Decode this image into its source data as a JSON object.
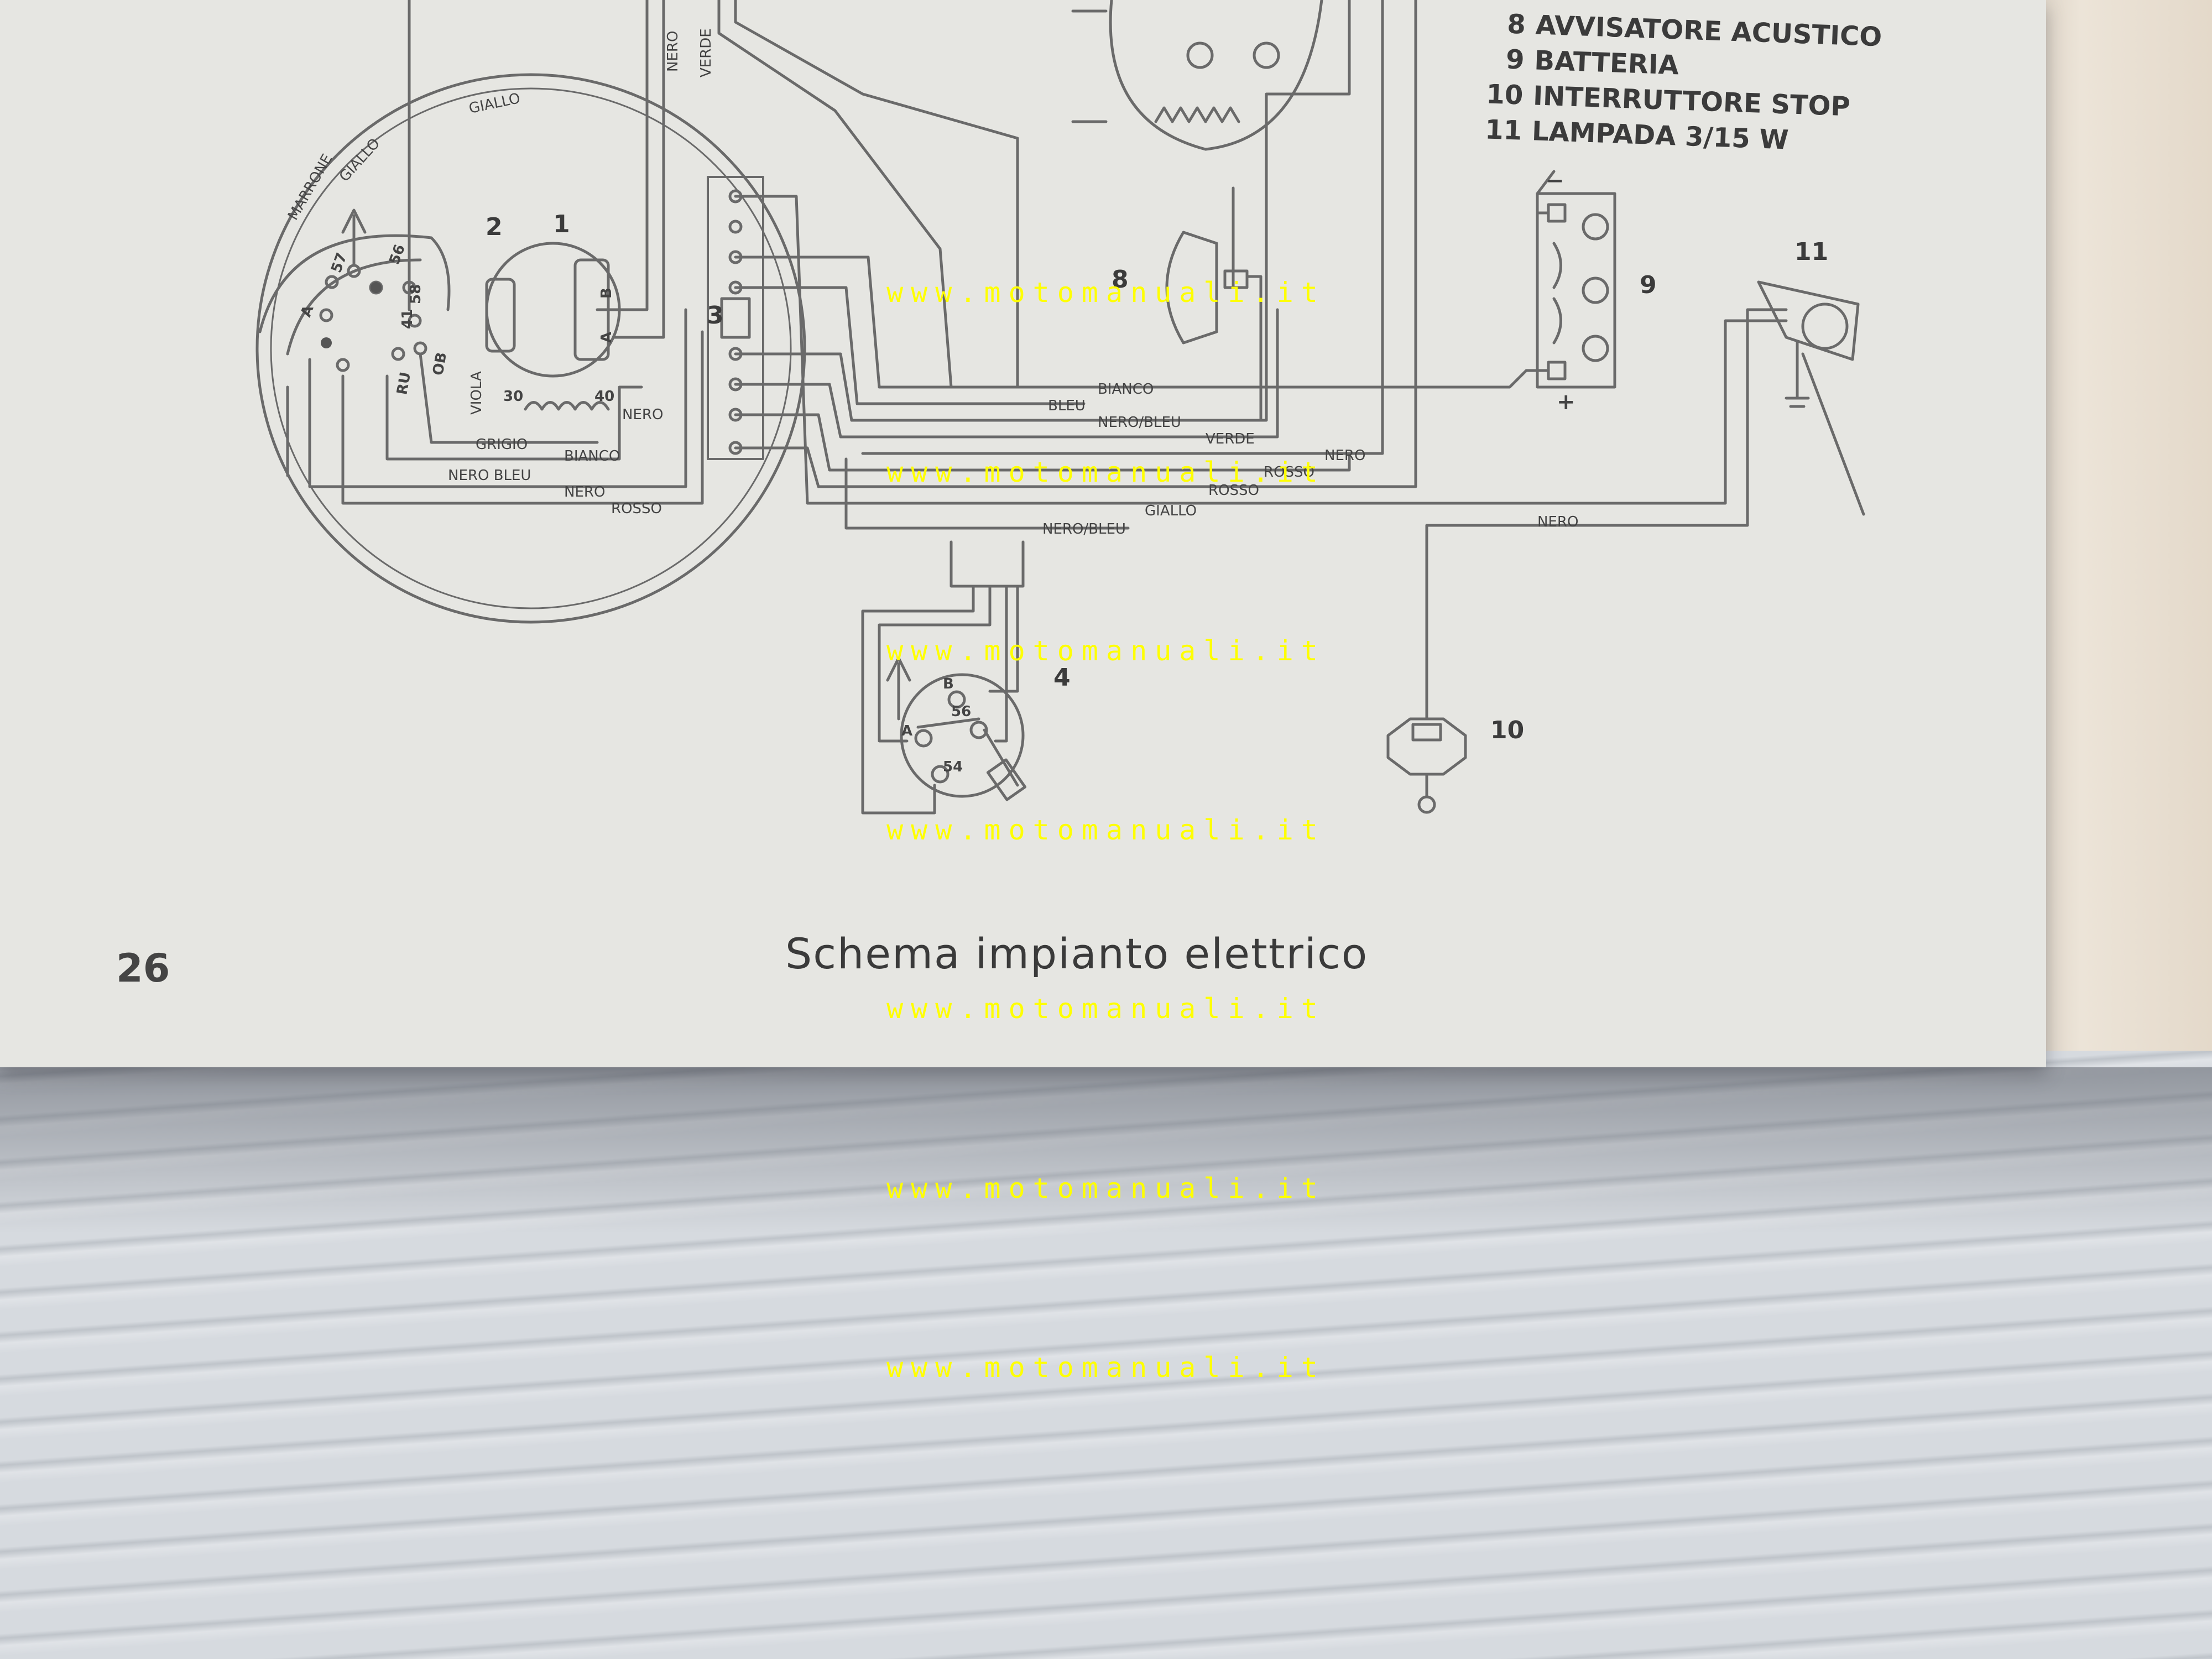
{
  "legend": [
    {
      "num": "8",
      "text": "AVVISATORE ACUSTICO"
    },
    {
      "num": "9",
      "text": "BATTERIA"
    },
    {
      "num": "10",
      "text": "INTERRUTTORE STOP"
    },
    {
      "num": "11",
      "text": "LAMPADA 3/15 W"
    }
  ],
  "caption": "Schema impianto elettrico",
  "page_number": "26",
  "watermark": "www.motomanuali.it",
  "component_numbers": {
    "c1": "1",
    "c2": "2",
    "c3": "3",
    "c4": "4",
    "c8": "8",
    "c9": "9",
    "c10": "10",
    "c11": "11"
  },
  "wire_labels": {
    "marrone": "MARRONE",
    "giallo_a": "GIALLO",
    "giallo_b": "GIALLO",
    "nero_top": "NERO",
    "verde_top": "VERDE",
    "viola": "VIOLA",
    "grigio": "GRIGIO",
    "nero_40": "NERO",
    "bianco_l": "BIANCO",
    "nero_bleu_l": "NERO BLEU",
    "nero_l": "NERO",
    "rosso_l": "ROSSO",
    "bianco_r": "BIANCO",
    "bleu_r": "BLEU",
    "nero_bleu_r": "NERO/BLEU",
    "verde_r": "VERDE",
    "nero_r": "NERO",
    "rosso_r1": "ROSSO",
    "rosso_r2": "ROSSO",
    "giallo_r": "GIALLO",
    "nero_bleu_bottom": "NERO/BLEU",
    "nero_stop": "NERO"
  },
  "terminal_labels": {
    "t57": "57",
    "t56": "56",
    "t58": "58",
    "t41": "41",
    "tA": "A",
    "tRU": "RU",
    "tOB": "OB",
    "t30": "30",
    "t40": "40",
    "tB": "B",
    "tA2": "A",
    "s_B": "B",
    "s_56": "56",
    "s_A": "A",
    "s_54": "54",
    "bat_minus": "−",
    "bat_plus": "+"
  }
}
